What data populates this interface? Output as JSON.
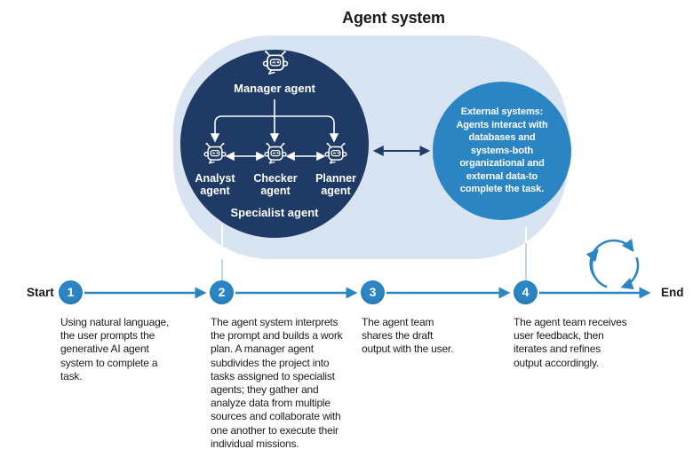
{
  "title": "Agent system",
  "colors": {
    "navy": "#1f3a64",
    "blue": "#2b85c2",
    "panel_light_blue": "#d8e4f2",
    "connector_light_blue": "#bcd7ec",
    "text_dark": "#1c1c1c",
    "white": "#ffffff"
  },
  "agent_system": {
    "manager_label": "Manager agent",
    "specialists": [
      {
        "label": "Analyst agent"
      },
      {
        "label": "Checker agent"
      },
      {
        "label": "Planner agent"
      }
    ],
    "group_label": "Specialist agent",
    "external_text": "External systems: Agents interact with databases and systems-both organizational and external data-to complete the task."
  },
  "icons": {
    "robot": "robot-agent-icon",
    "loop": "iteration-loop-icon",
    "bidirectional_arrow": "two-way-arrow-icon"
  },
  "timeline": {
    "start_label": "Start",
    "end_label": "End",
    "steps": [
      {
        "number": "1",
        "description": "Using natural language, the user prompts the generative AI agent system to complete a task."
      },
      {
        "number": "2",
        "description": "The agent system interprets the prompt and builds a work plan. A manager agent subdivides the project into tasks assigned to specialist agents; they gather and analyze data from multiple sources and collaborate with one another to execute their individual missions."
      },
      {
        "number": "3",
        "description": "The agent team shares the draft output with the user."
      },
      {
        "number": "4",
        "description": "The agent team receives user feedback, then iterates and refines output accordingly."
      }
    ]
  }
}
